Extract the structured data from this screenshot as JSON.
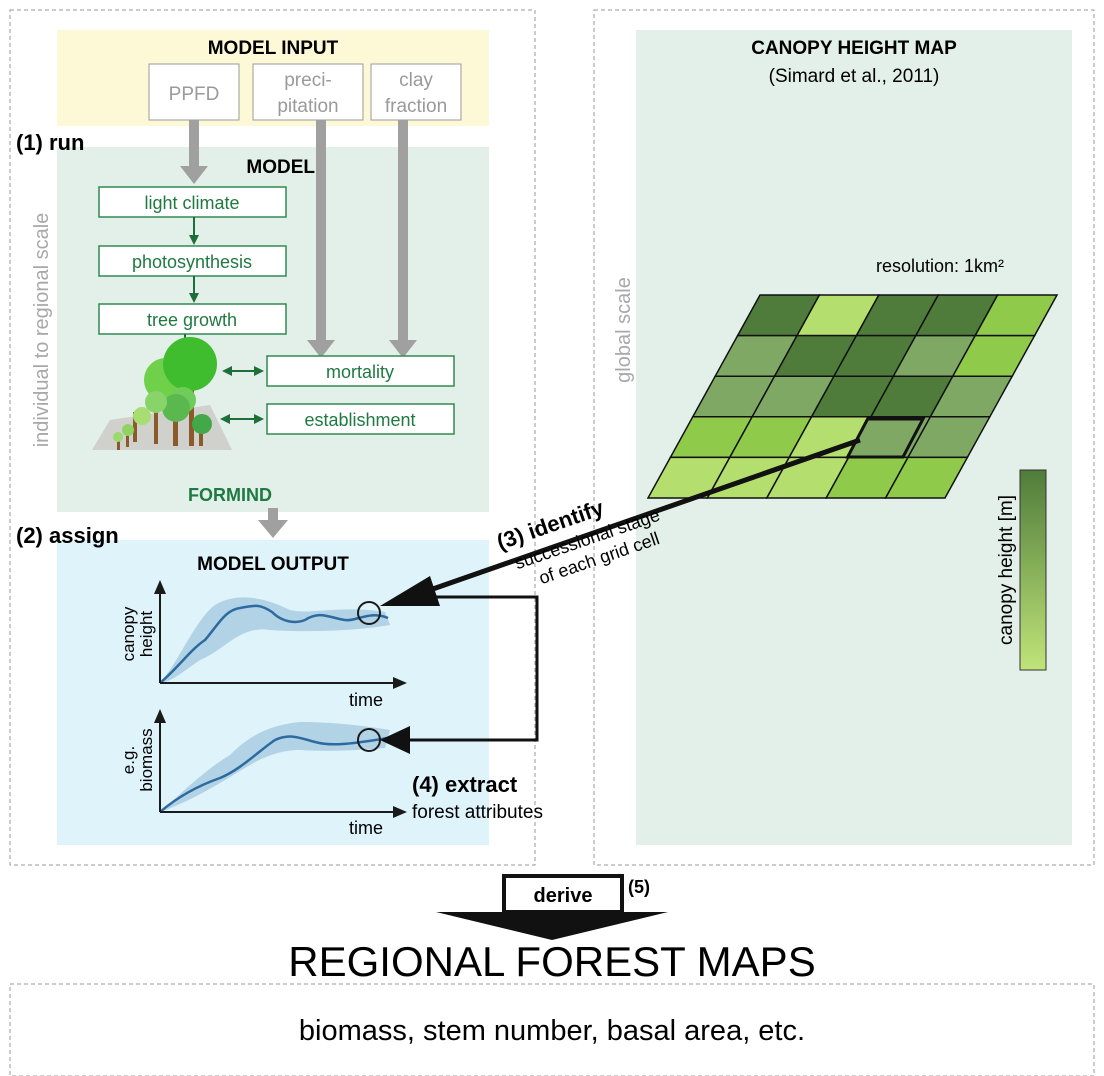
{
  "left_panel": {
    "input": {
      "title": "MODEL INPUT",
      "boxes": [
        {
          "line1": "PPFD",
          "line2": ""
        },
        {
          "line1": "preci-",
          "line2": "pitation"
        },
        {
          "line1": "clay",
          "line2": "fraction"
        }
      ]
    },
    "step1_label": "(1) run",
    "model": {
      "title": "MODEL",
      "boxes": [
        "light climate",
        "photosynthesis",
        "tree growth",
        "mortality",
        "establishment"
      ],
      "name": "FORMIND"
    },
    "scale_label": "individual to regional scale",
    "step2_label": "(2) assign",
    "output": {
      "title": "MODEL OUTPUT",
      "plot1_ylabel_1": "canopy",
      "plot1_ylabel_2": "height",
      "plot1_xlabel": "time",
      "plot2_ylabel_1": "e.g.",
      "plot2_ylabel_2": "biomass",
      "plot2_xlabel": "time"
    }
  },
  "right_panel": {
    "title": "CANOPY HEIGHT MAP",
    "citation": "(Simard et al., 2011)",
    "scale_label": "global scale",
    "resolution": "resolution: 1km²",
    "legend_label": "canopy height [m]",
    "colors": {
      "light": "#b4de6e",
      "mid": "#7fa865",
      "dark": "#4f7c3a"
    },
    "grid_rows": [
      [
        "dark",
        "light",
        "dark",
        "dark",
        "bright"
      ],
      [
        "mid",
        "dark",
        "dark",
        "mid",
        "bright"
      ],
      [
        "mid",
        "mid",
        "dark",
        "dark",
        "mid"
      ],
      [
        "bright",
        "bright",
        "light",
        "mid",
        "mid"
      ],
      [
        "light",
        "light",
        "light",
        "bright",
        "bright"
      ]
    ]
  },
  "step3": {
    "label": "(3) identify",
    "line1": "successional stage",
    "line2": "of each grid cell"
  },
  "step4": {
    "label": "(4) extract",
    "sub": "forest attributes"
  },
  "step5": {
    "label": "derive",
    "num": "(5)"
  },
  "bottom": {
    "title": "REGIONAL FOREST MAPS",
    "attributes": "biomass, stem number, basal area, etc."
  }
}
